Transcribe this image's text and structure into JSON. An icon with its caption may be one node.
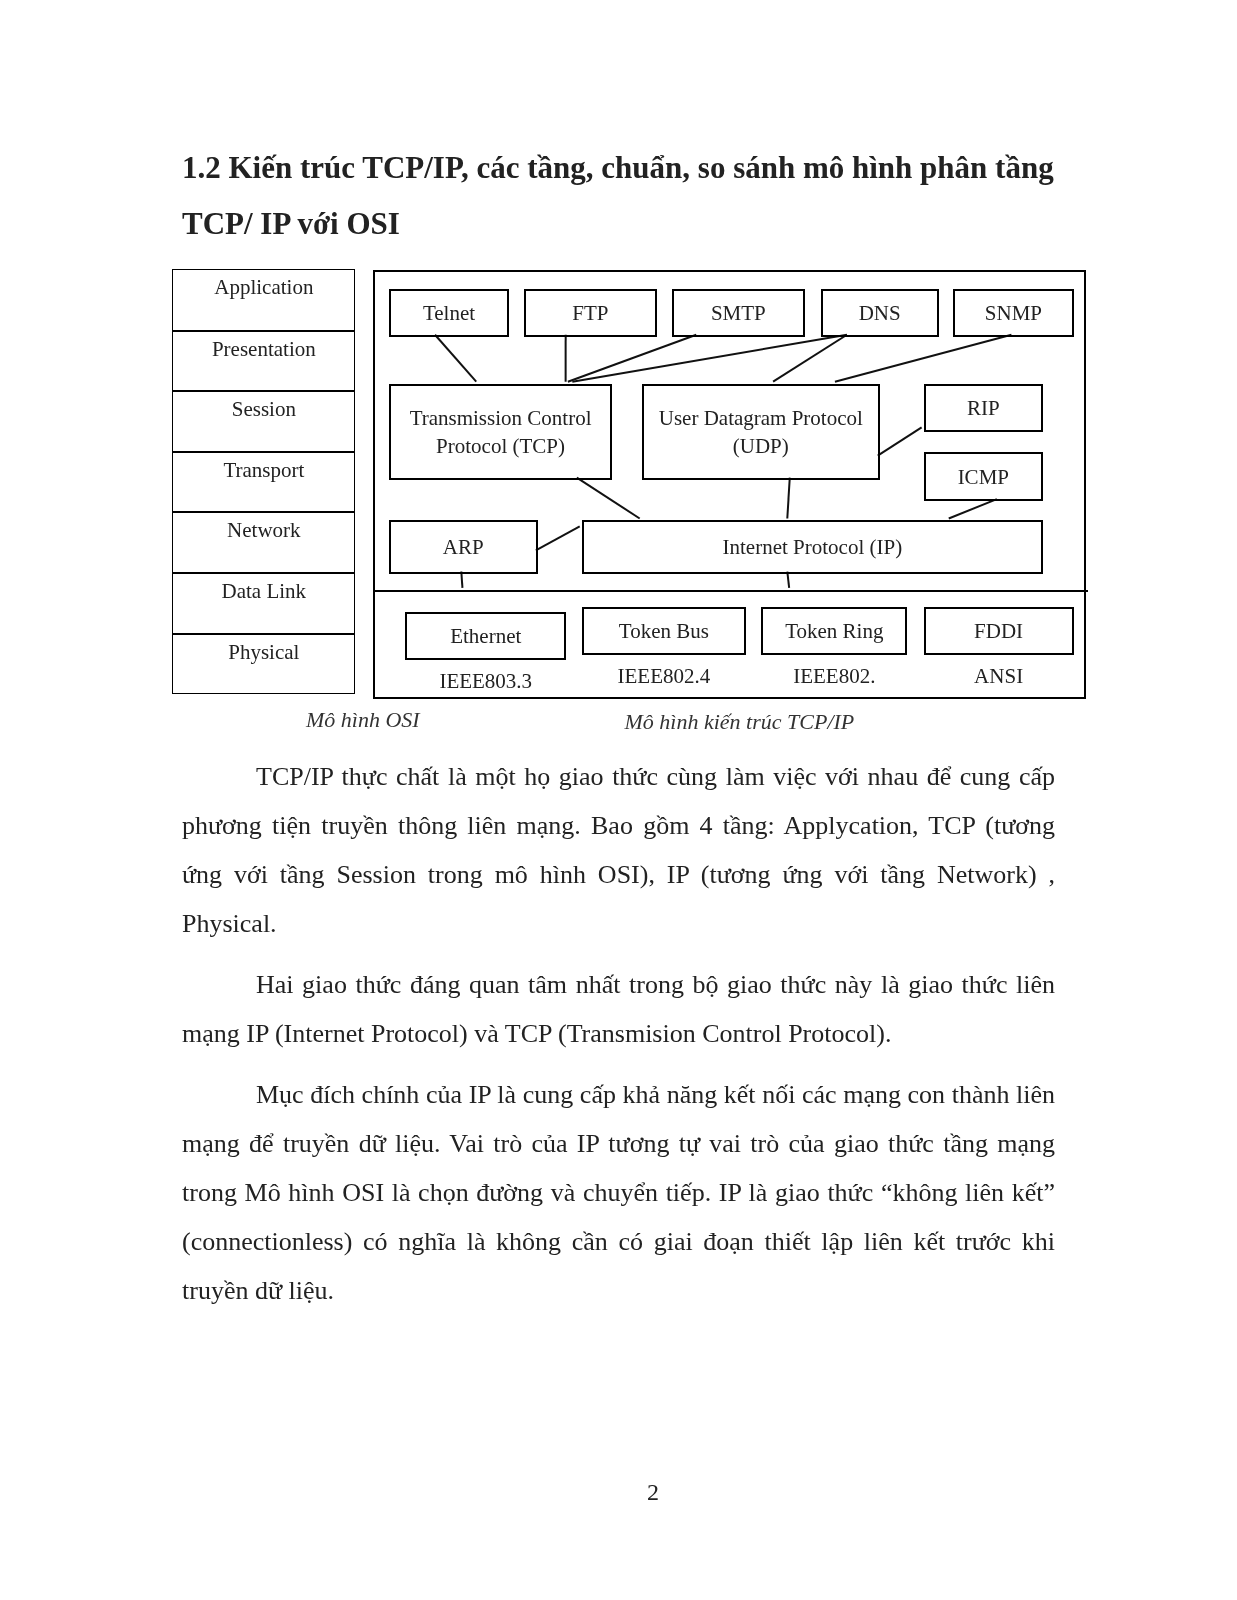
{
  "diagram": {
    "title": "1.2 Kiến trúc TCP/IP, các tầng, chuẩn, so sánh mô hình phân tầng TCP/ IP với OSI",
    "nodes": [
      {
        "text": [
          "Application"
        ]
      },
      {
        "text": [
          "Presentation"
        ]
      },
      {
        "text": [
          "Session"
        ]
      },
      {
        "text": [
          "Transport"
        ]
      },
      {
        "text": [
          "Network"
        ]
      },
      {
        "text": [
          "Data Link"
        ]
      },
      {
        "text": [
          "Physical"
        ]
      },
      {
        "text": [],
        "shape": "box",
        "beside": [
          "Mô hình kiến trúc TCP/IP"
        ]
      },
      {
        "text": [
          "Telnet"
        ],
        "in": 7
      },
      {
        "text": [
          "FTP"
        ],
        "in": 7
      },
      {
        "text": [
          "SMTP"
        ],
        "in": 7
      },
      {
        "text": [
          "DNS"
        ],
        "in": 7
      },
      {
        "text": [
          "SNMP"
        ],
        "in": 7
      },
      {
        "text": [
          "Transmission Control Protocol (TCP)"
        ],
        "in": 7
      },
      {
        "text": [
          "User Datagram Protocol (UDP)"
        ],
        "in": 7
      },
      {
        "text": [
          "RIP"
        ],
        "in": 7
      },
      {
        "text": [
          "ICMP"
        ],
        "in": 7
      },
      {
        "text": [
          "ARP"
        ],
        "in": 7
      },
      {
        "text": [
          "Internet Protocol (IP)"
        ],
        "in": 7
      },
      {
        "text": [],
        "shape": "band",
        "in": 7
      },
      {
        "text": [
          "Ethernet"
        ],
        "in": 19,
        "beside": [
          "IEEE803.3"
        ]
      },
      {
        "text": [
          "Token Bus"
        ],
        "in": 19,
        "beside": [
          "IEEE802.4"
        ]
      },
      {
        "text": [
          "Token Ring"
        ],
        "in": 19,
        "beside": [
          "IEEE802."
        ]
      },
      {
        "text": [
          "FDDI"
        ],
        "in": 19,
        "beside": [
          "ANSI"
        ]
      }
    ],
    "edges": [
      {
        "from": 8,
        "to": 13,
        "arrow": "none"
      },
      {
        "from": 9,
        "to": 13,
        "arrow": "none"
      },
      {
        "from": 10,
        "to": 13,
        "arrow": "none"
      },
      {
        "from": 11,
        "to": 13,
        "arrow": "none"
      },
      {
        "from": 11,
        "to": 14,
        "arrow": "none"
      },
      {
        "from": 12,
        "to": 14,
        "arrow": "none"
      },
      {
        "from": 14,
        "to": 15,
        "arrow": "none"
      },
      {
        "from": 13,
        "to": 18,
        "arrow": "none"
      },
      {
        "from": 14,
        "to": 18,
        "arrow": "none"
      },
      {
        "from": 16,
        "to": 18,
        "arrow": "none"
      },
      {
        "from": 17,
        "to": 18,
        "arrow": "none"
      },
      {
        "from": 17,
        "to": 19,
        "arrow": "none"
      },
      {
        "from": 18,
        "to": 19,
        "arrow": "none"
      }
    ],
    "labels": [
      "Mô hình OSI",
      "TCP/IP thực chất là một họ giao thức cùng làm việc với nhau để cung cấp phương tiện truyền thông liên mạng. Bao gồm 4 tầng: Applycation, TCP (tương ứng với tầng Session trong mô hình OSI), IP (tương ứng với tầng Network) , Physical.",
      "Hai giao thức đáng quan tâm nhất trong bộ giao thức này là giao thức liên mạng IP (Internet Protocol) và TCP (Transmision Control Protocol).",
      "Mục đích chính của IP là cung cấp khả năng kết nối các mạng con thành liên mạng để truyền dữ liệu. Vai trò của IP tương tự vai trò của giao thức tầng mạng trong Mô hình OSI là chọn đường và chuyển tiếp. IP là giao thức “không liên kết” (connectionless) có nghĩa là không cần có giai đoạn thiết lập liên kết trước khi truyền dữ liệu.",
      "2"
    ]
  }
}
